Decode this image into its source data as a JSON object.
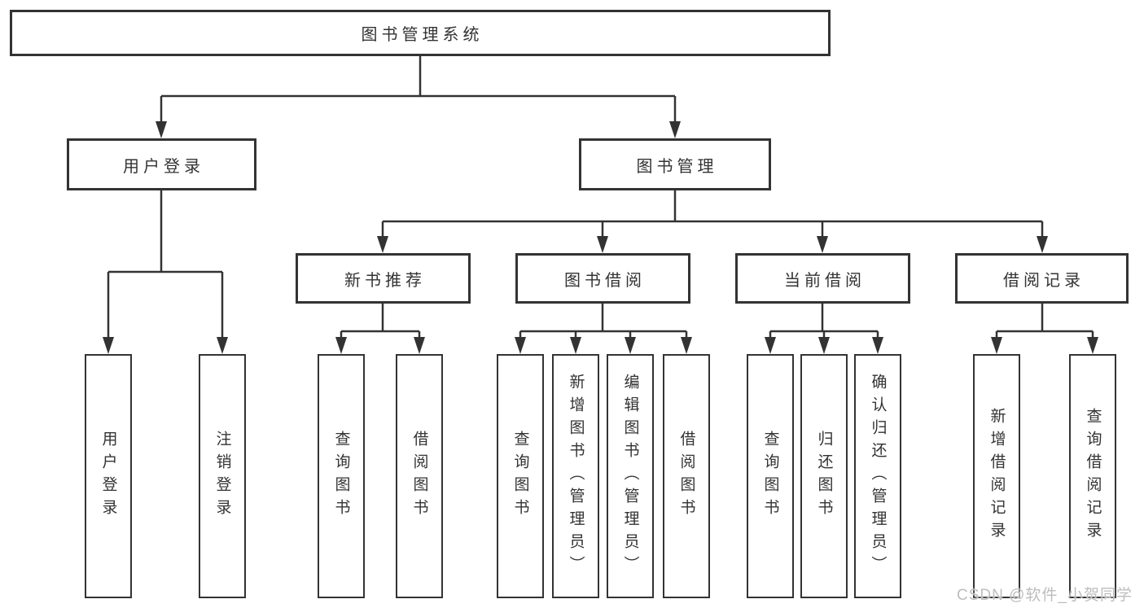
{
  "diagram": {
    "root_label": "图书管理系统",
    "level2": [
      {
        "label": "用户登录",
        "children": [
          "用户登录",
          "注销登录"
        ]
      },
      {
        "label": "图书管理"
      }
    ],
    "level3": [
      {
        "label": "新书推荐",
        "children": [
          "查询图书",
          "借阅图书"
        ]
      },
      {
        "label": "图书借阅",
        "children": [
          "查询图书",
          "新增图书（管理员）",
          "编辑图书（管理员）",
          "借阅图书"
        ]
      },
      {
        "label": "当前借阅",
        "children": [
          "查询图书",
          "归还图书",
          "确认归还（管理员）"
        ]
      },
      {
        "label": "借阅记录",
        "children": [
          "新增借阅记录",
          "查询借阅记录"
        ]
      }
    ],
    "watermark": "CSDN @软件_小贺同学",
    "colors": {
      "line": "#333333",
      "text": "#333333",
      "watermark": "#bdbdbd",
      "background": "#ffffff"
    }
  }
}
